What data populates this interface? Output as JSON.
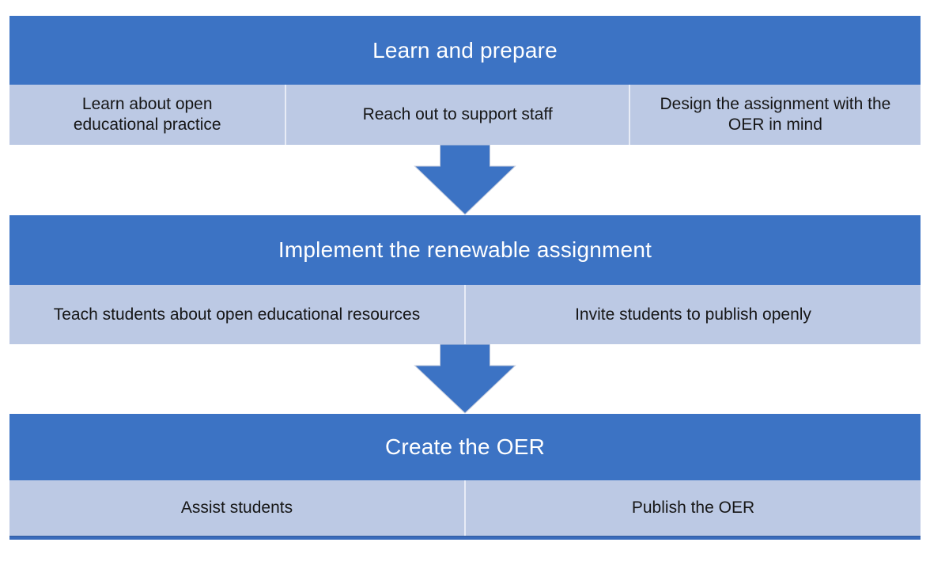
{
  "diagram": {
    "type": "process-flow",
    "direction": "top-down"
  },
  "colors": {
    "header_bg": "#3c73c4",
    "row_bg": "#bcc9e4",
    "arrow_fill": "#3c73c4",
    "arrow_stroke": "#c3cbdc",
    "bottom_bar": "#3a6bbb",
    "header_text": "#ffffff",
    "cell_text": "#161616"
  },
  "sections": [
    {
      "title": "Learn and prepare",
      "cells": [
        "Learn about open educational practice",
        "Reach out to support staff",
        "Design the assignment with the OER in mind"
      ]
    },
    {
      "title": "Implement the renewable assignment",
      "cells": [
        "Teach students about open educational resources",
        "Invite students to publish openly"
      ]
    },
    {
      "title": "Create the OER",
      "cells": [
        "Assist students",
        "Publish the OER"
      ]
    }
  ],
  "icons": {
    "down_arrow": "block-down-arrow"
  }
}
